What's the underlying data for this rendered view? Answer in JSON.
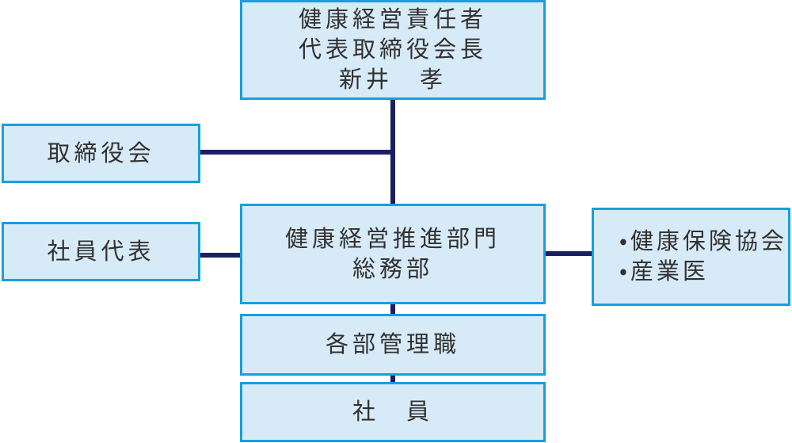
{
  "colors": {
    "box_fill": "#d7eaf8",
    "box_border": "#14a0e0",
    "connector": "#1b2064",
    "text": "#333130"
  },
  "org_chart": {
    "top_box": {
      "line1": "健康経営責任者",
      "line2": "代表取締役会長",
      "line3": "新井　孝"
    },
    "board_box": {
      "label": "取締役会"
    },
    "employee_rep_box": {
      "label": "社員代表"
    },
    "promotion_box": {
      "line1": "健康経営推進部門",
      "line2": "総務部"
    },
    "external_box": {
      "line1": "・健康保険協会",
      "line2": "・産業医"
    },
    "managers_box": {
      "label": "各部管理職"
    },
    "staff_box": {
      "label": "社　員"
    }
  }
}
